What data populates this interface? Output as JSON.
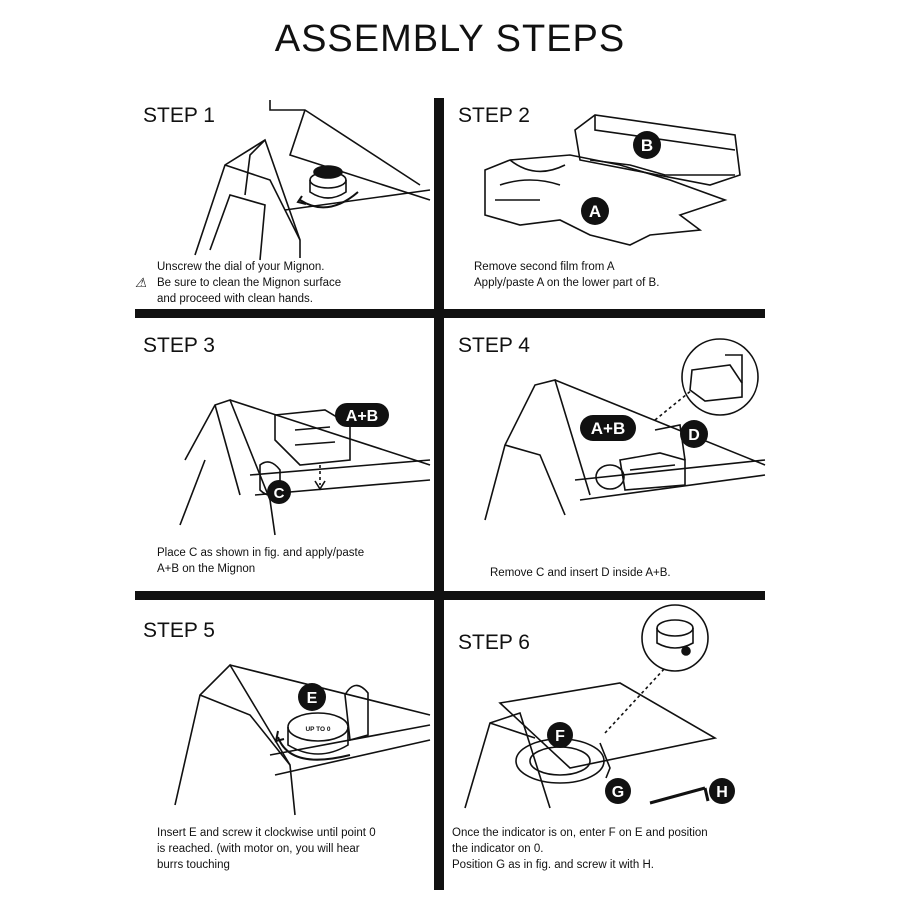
{
  "title": "ASSEMBLY STEPS",
  "steps": [
    {
      "title": "STEP 1",
      "caption": [
        "Unscrew the dial of your Mignon.",
        "Be sure to clean the Mignon surface",
        "and proceed with clean hands."
      ],
      "labels": []
    },
    {
      "title": "STEP 2",
      "caption": [
        "Remove second film from A",
        "Apply/paste A on the lower part of B."
      ],
      "labels": [
        "A",
        "B"
      ]
    },
    {
      "title": "STEP 3",
      "caption": [
        "Place C as shown in fig. and apply/paste",
        "A+B on the Mignon"
      ],
      "labels": [
        "A+B",
        "C"
      ]
    },
    {
      "title": "STEP 4",
      "caption": [
        "Remove C and insert D inside A+B."
      ],
      "labels": [
        "A+B",
        "D"
      ]
    },
    {
      "title": "STEP 5",
      "caption": [
        "Insert E and screw it clockwise until point 0",
        "is reached. (with motor on, you will hear",
        "burrs touching"
      ],
      "labels": [
        "E"
      ],
      "dial_text": "UP TO 0"
    },
    {
      "title": "STEP 6",
      "caption": [
        "Once the indicator is on, enter F on E and position",
        "the indicator on 0.",
        "Position G as in fig. and screw it with H."
      ],
      "labels": [
        "F",
        "G",
        "H"
      ]
    }
  ],
  "icons": {
    "warning": "warning-triangle-icon"
  }
}
